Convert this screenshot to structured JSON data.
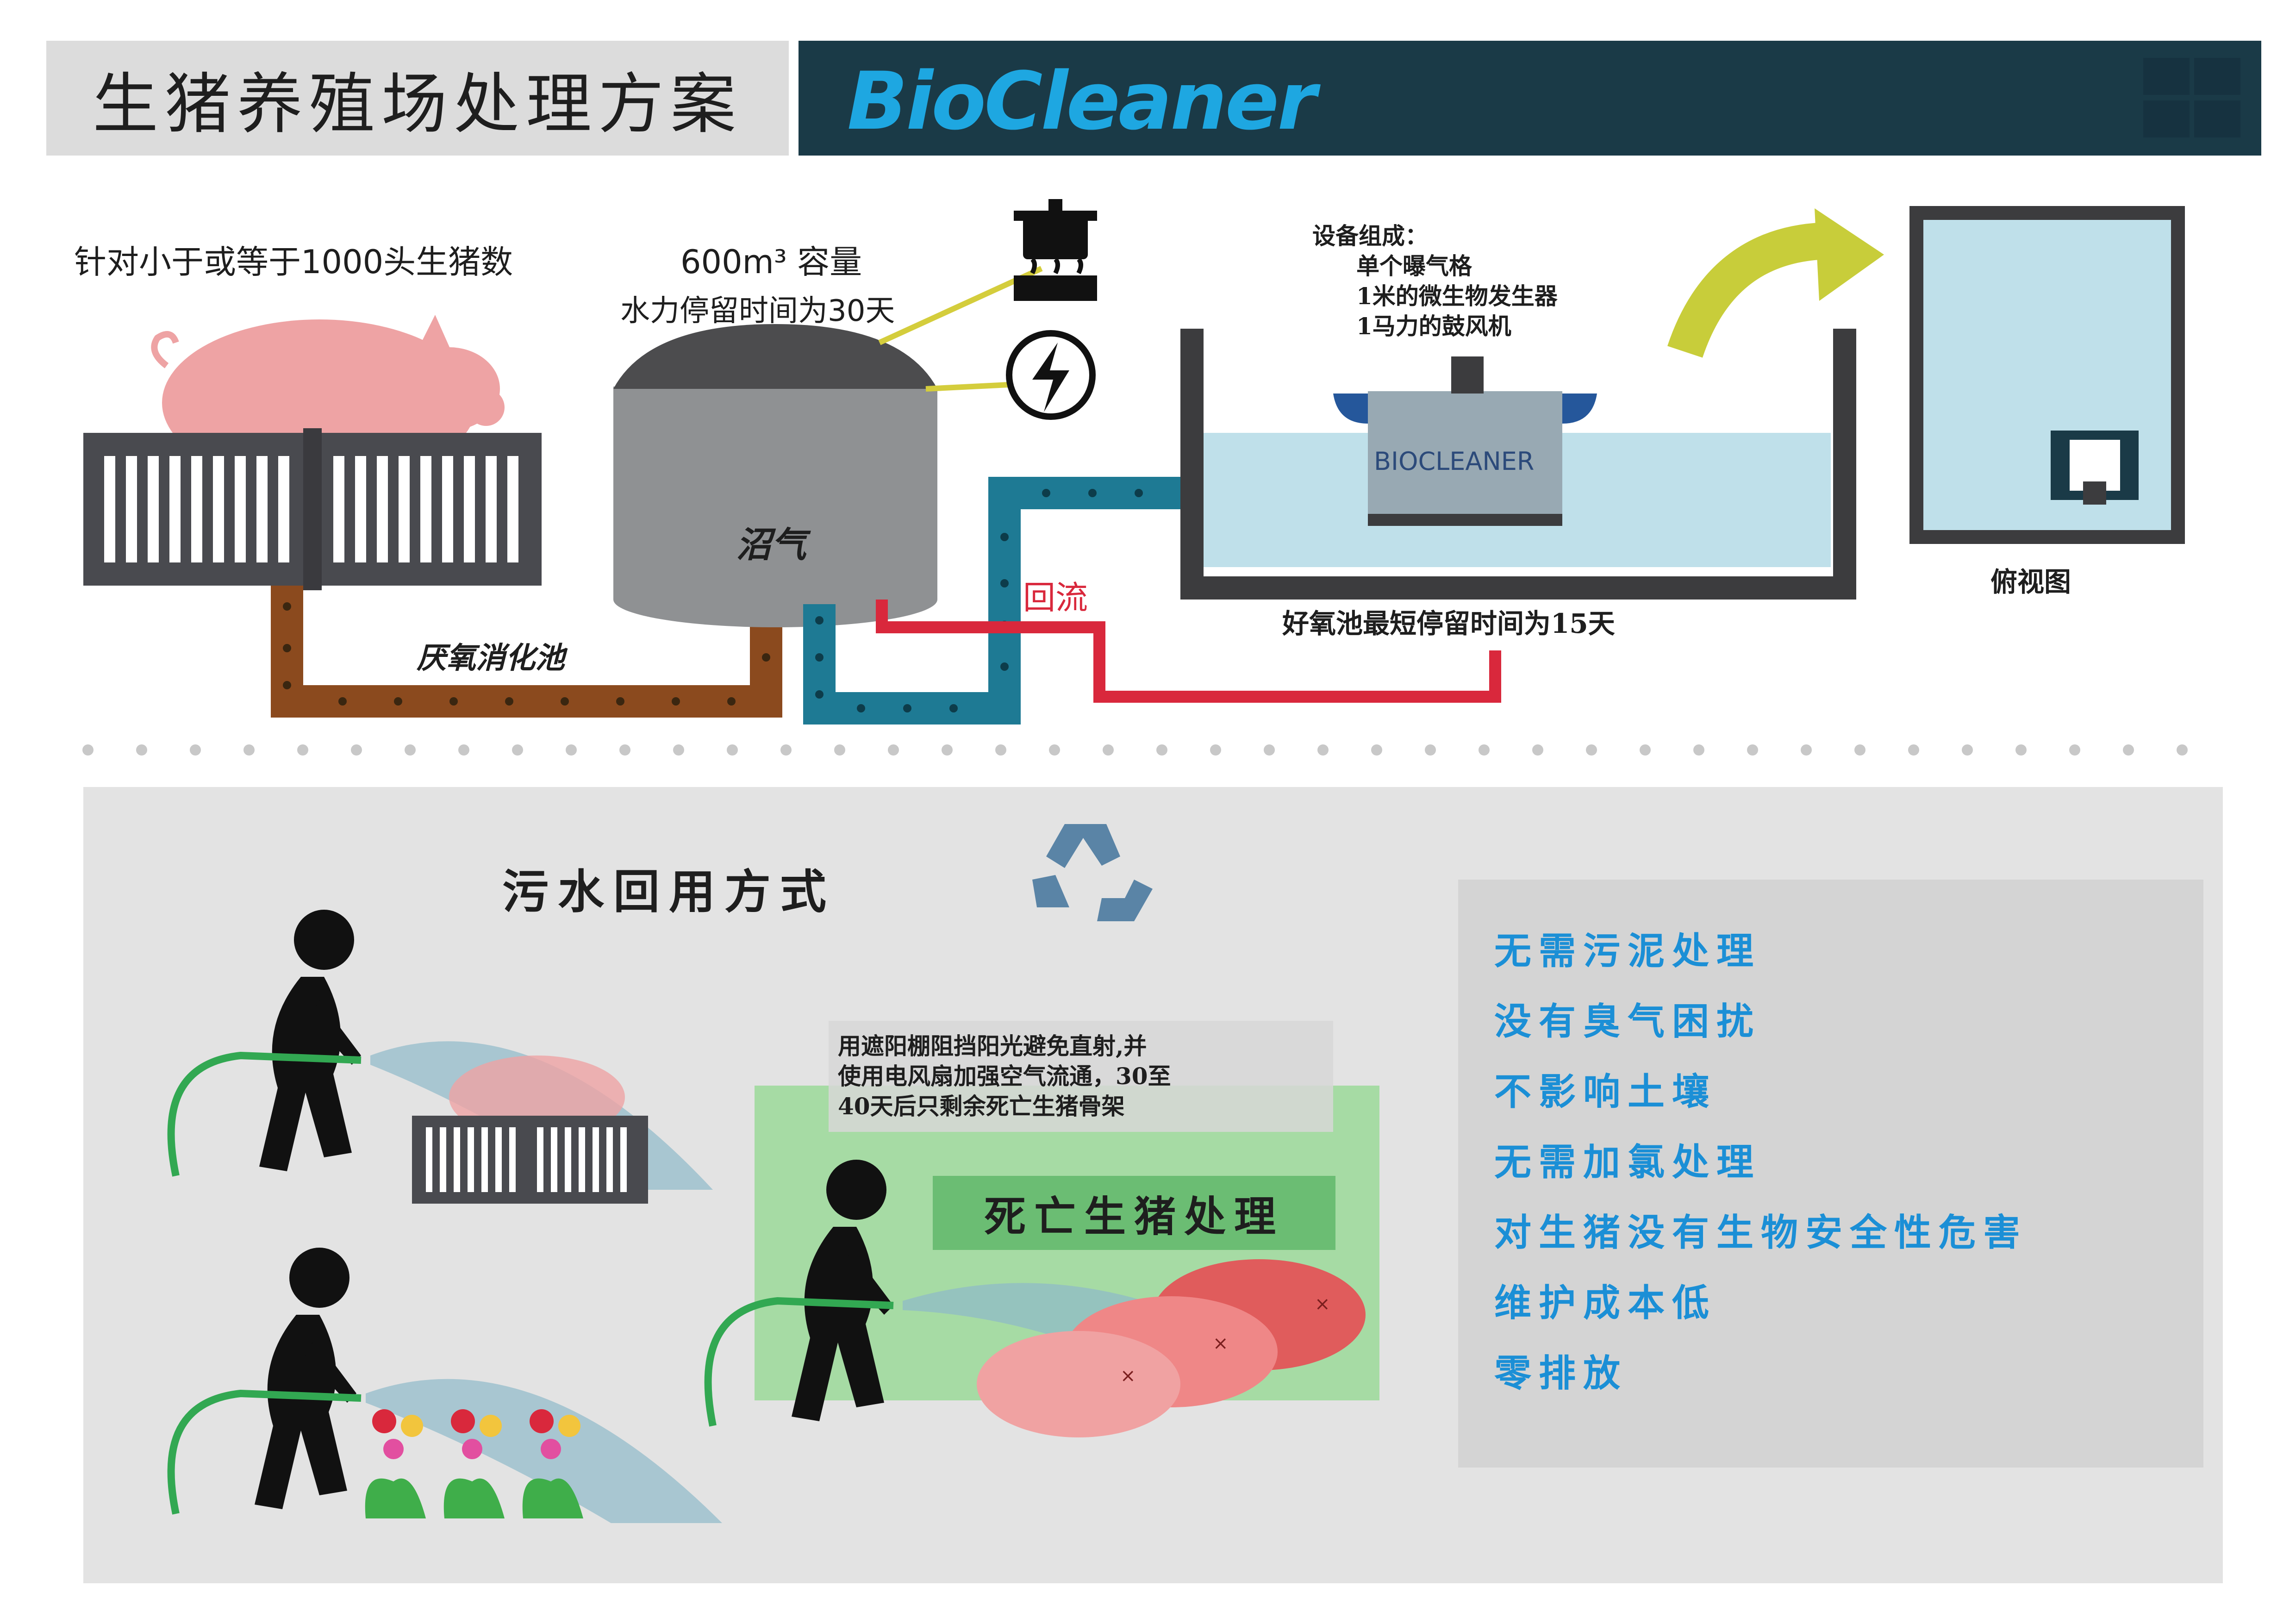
{
  "header": {
    "title": "生猪养殖场处理方案",
    "brand": "BioCleaner"
  },
  "process": {
    "pig_count_note": "针对小于或等于1000头生猪数",
    "capacity": "600m³ 容量",
    "retention": "水力停留时间为30天",
    "biogas_label": "沼气",
    "anaerobic_label": "厌氧消化池",
    "return_label": "回流",
    "equipment_title": "设备组成：",
    "equipment_items": [
      "单个曝气格",
      "1米的微生物发生器",
      "1马力的鼓风机"
    ],
    "device_label": "BIOCLEANER",
    "aerobic_note": "好氧池最短停留时间为15天",
    "top_view_label": "俯视图"
  },
  "reuse": {
    "title": "污水回用方式",
    "note_lines": [
      "用遮阳棚阻挡阳光避免直射,并",
      "使用电风扇加强空气流通，30至",
      "40天后只剩余死亡生猪骨架"
    ],
    "dead_pig_label": "死亡生猪处理"
  },
  "benefits": [
    "无需污泥处理",
    "没有臭气困扰",
    "不影响土壤",
    "无需加氯处理",
    "对生猪没有生物安全性危害",
    "维护成本低",
    "零排放"
  ],
  "colors": {
    "brand_blue": "#1ea7e1",
    "header_dark": "#1a3a47",
    "pipe_brown": "#8b4a1e",
    "pipe_teal": "#1e7a94",
    "pipe_red": "#d9283c",
    "water": "#bfe0ea",
    "pig_pink": "#eea3a4",
    "benefit_blue": "#1b8fd6",
    "arrow_yellow": "#c8cd3a"
  }
}
